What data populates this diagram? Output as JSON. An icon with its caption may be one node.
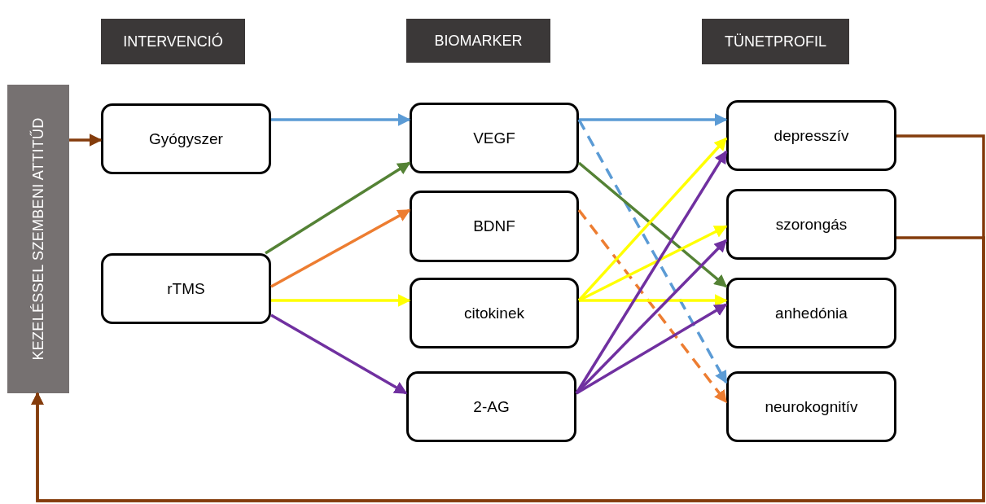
{
  "diagram": {
    "nodes": [
      {
        "text": [
          "INTERVENCIÓ"
        ]
      },
      {
        "text": [
          "BIOMARKER"
        ]
      },
      {
        "text": [
          "TÜNETPROFIL"
        ]
      },
      {
        "text": [
          "KEZELÉSSEL SZEMBENI ATTITŰD"
        ]
      },
      {
        "text": [
          "Gyógyszer"
        ]
      },
      {
        "text": [
          "rTMS"
        ]
      },
      {
        "text": [
          "VEGF"
        ]
      },
      {
        "text": [
          "BDNF"
        ]
      },
      {
        "text": [
          "citokinek"
        ]
      },
      {
        "text": [
          "2-AG"
        ]
      },
      {
        "text": [
          "depresszív"
        ]
      },
      {
        "text": [
          "szorongás"
        ]
      },
      {
        "text": [
          "anhedónia"
        ]
      },
      {
        "text": [
          "neurokognitív"
        ]
      }
    ],
    "edges": [
      {
        "from": 3,
        "to": 4,
        "arrow": "to",
        "color": "#843c0c"
      },
      {
        "from": 4,
        "to": 6,
        "arrow": "to",
        "color": "#5b9bd5"
      },
      {
        "from": 5,
        "to": 6,
        "arrow": "to",
        "color": "#548235"
      },
      {
        "from": 5,
        "to": 7,
        "arrow": "to",
        "color": "#ed7d31"
      },
      {
        "from": 5,
        "to": 8,
        "arrow": "to",
        "color": "#ffff00"
      },
      {
        "from": 5,
        "to": 9,
        "arrow": "to",
        "color": "#7030a0"
      },
      {
        "from": 6,
        "to": 10,
        "arrow": "to",
        "color": "#5b9bd5"
      },
      {
        "from": 6,
        "to": 13,
        "arrow": "to",
        "style": "dashed",
        "color": "#5b9bd5"
      },
      {
        "from": 6,
        "to": 12,
        "arrow": "to",
        "color": "#548235"
      },
      {
        "from": 7,
        "to": 13,
        "arrow": "to",
        "style": "dashed",
        "color": "#ed7d31"
      },
      {
        "from": 8,
        "to": 10,
        "arrow": "to",
        "color": "#ffff00"
      },
      {
        "from": 8,
        "to": 11,
        "arrow": "to",
        "color": "#ffff00"
      },
      {
        "from": 8,
        "to": 12,
        "arrow": "to",
        "color": "#ffff00"
      },
      {
        "from": 9,
        "to": 10,
        "arrow": "to",
        "color": "#7030a0"
      },
      {
        "from": 9,
        "to": 11,
        "arrow": "to",
        "color": "#7030a0"
      },
      {
        "from": 9,
        "to": 12,
        "arrow": "to",
        "color": "#7030a0"
      },
      {
        "from": 10,
        "to": 3,
        "arrow": "to",
        "color": "#843c0c"
      },
      {
        "from": 11,
        "to": 3,
        "arrow": "to",
        "color": "#843c0c"
      }
    ]
  }
}
